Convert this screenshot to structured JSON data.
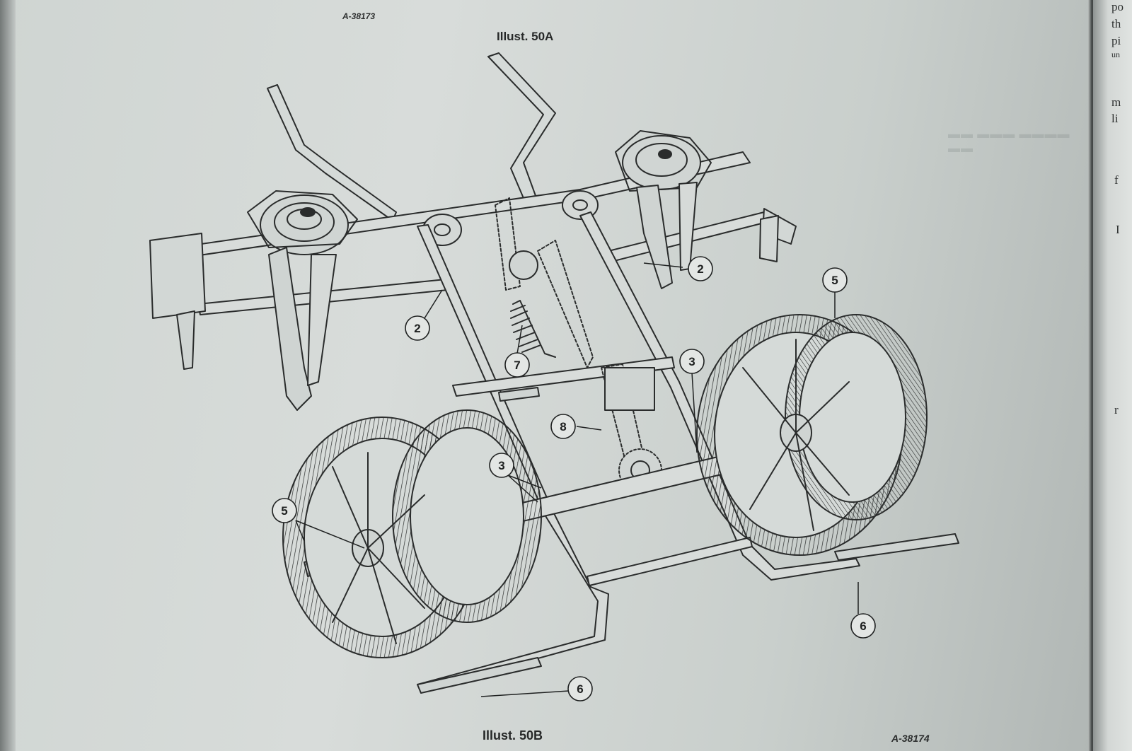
{
  "captions": {
    "top": "Illust. 50A",
    "bottom": "Illust. 50B"
  },
  "plate_numbers": {
    "top": "A-38173",
    "bottom": "A-38174"
  },
  "callouts": [
    "2",
    "2",
    "5",
    "3",
    "7",
    "8",
    "3",
    "5",
    "6",
    "6"
  ],
  "right_page_fragments": [
    "po",
    "th",
    "pi",
    "un",
    "m",
    "li",
    "f",
    "I",
    "r"
  ]
}
